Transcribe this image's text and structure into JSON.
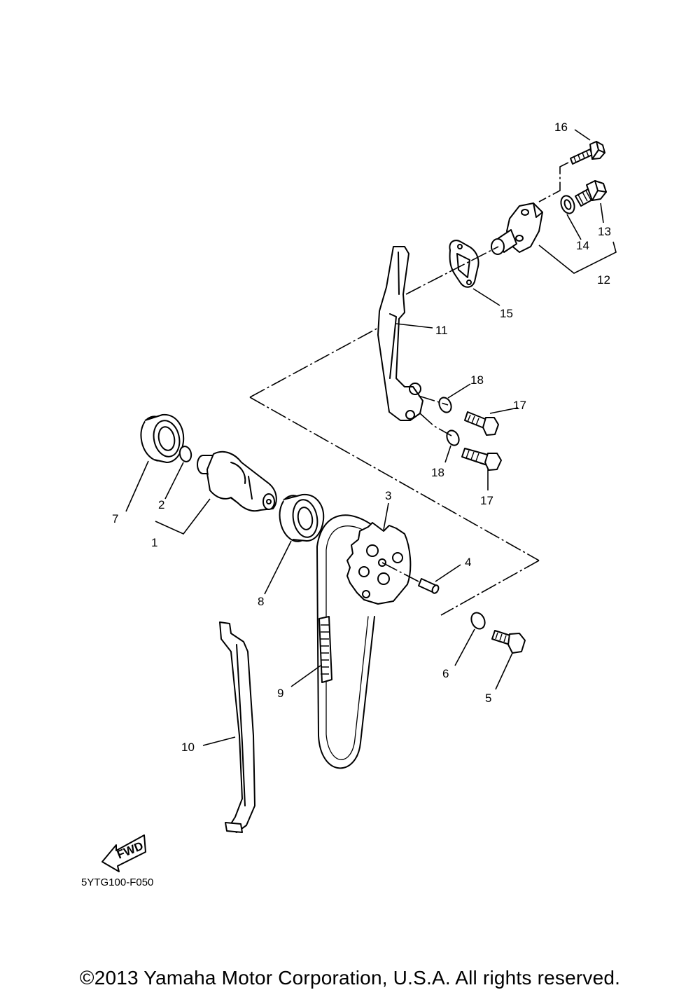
{
  "diagram": {
    "part_labels": {
      "p1": "1",
      "p2": "2",
      "p3": "3",
      "p4": "4",
      "p5": "5",
      "p6": "6",
      "p7": "7",
      "p8": "8",
      "p9": "9",
      "p10": "10",
      "p11": "11",
      "p12": "12",
      "p13": "13",
      "p14": "14",
      "p15": "15",
      "p16": "16",
      "p17a": "17",
      "p17b": "17",
      "p18a": "18",
      "p18b": "18"
    },
    "fwd_label": "FWD",
    "diagram_code": "5YTG100-F050"
  },
  "footer": {
    "copyright": "©2013 Yamaha Motor Corporation, U.S.A. All rights reserved."
  }
}
